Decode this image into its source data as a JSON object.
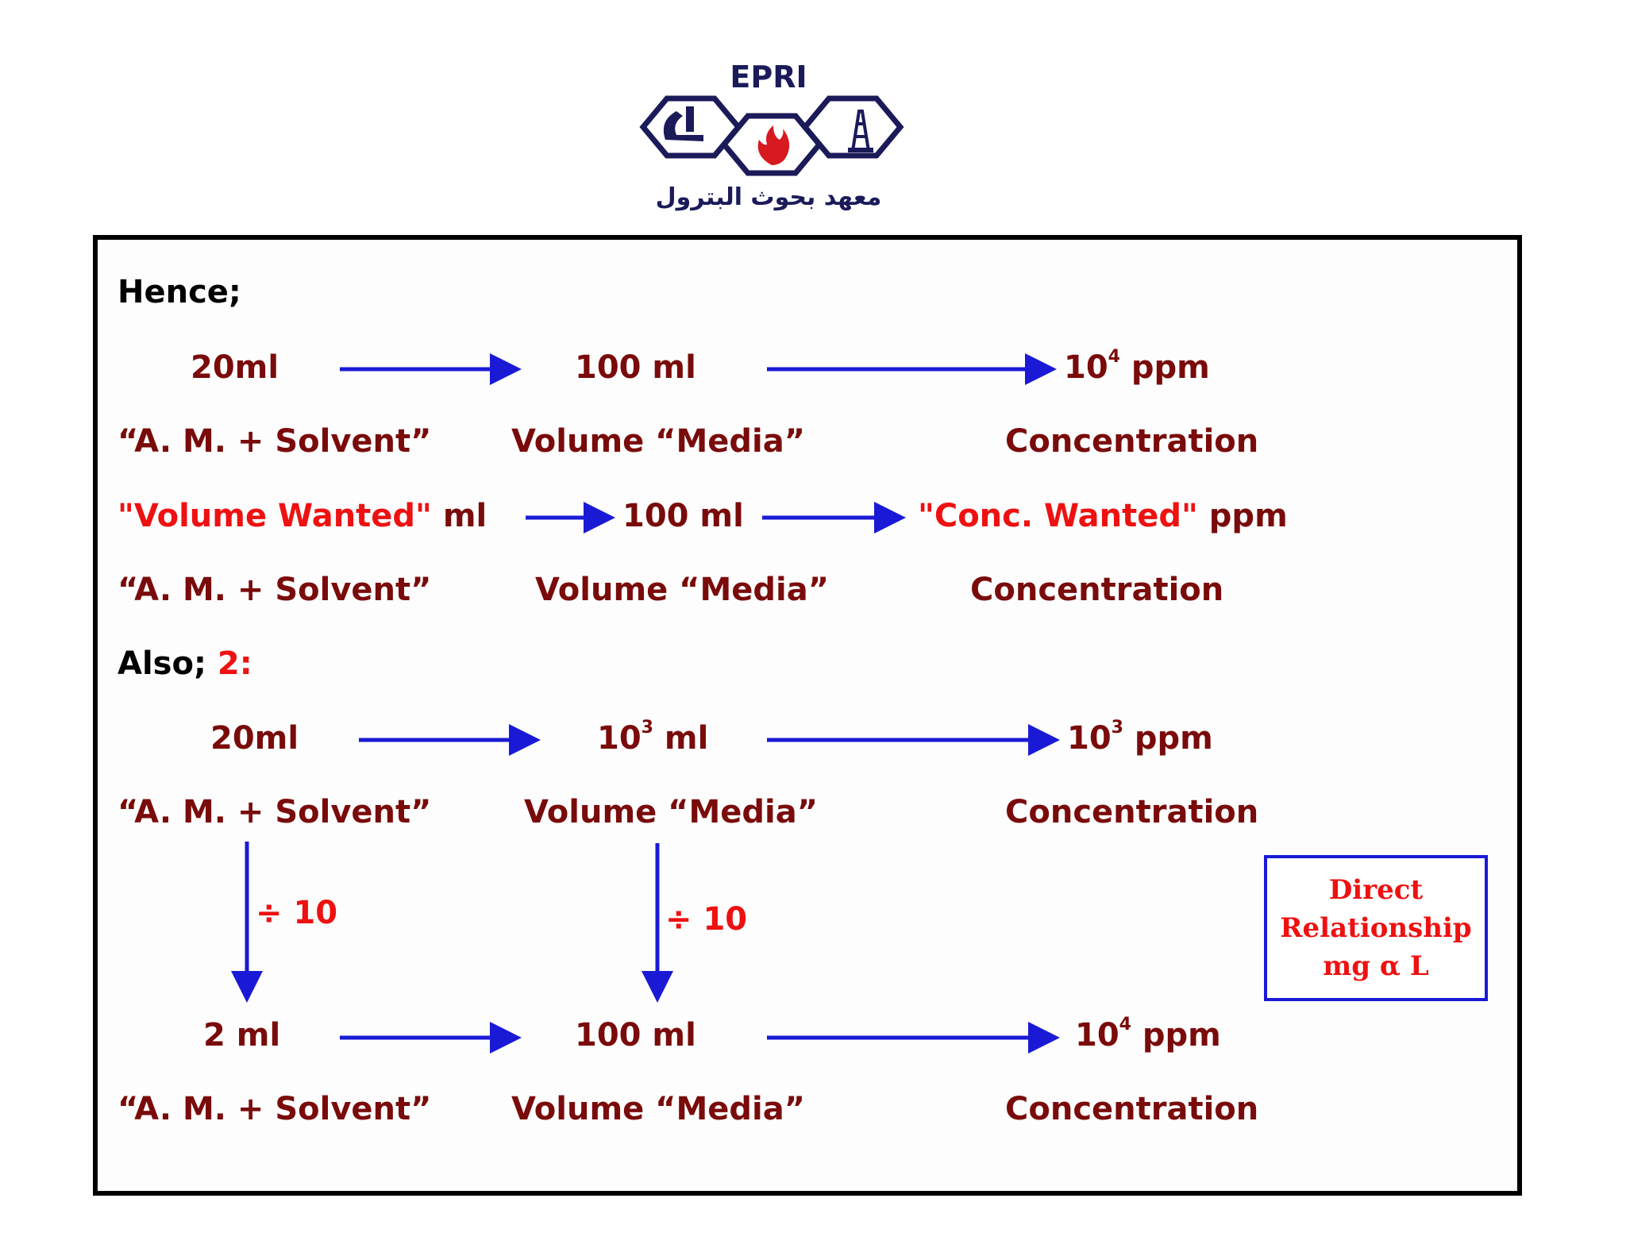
{
  "logo": {
    "text": "EPRI",
    "arabic": "معهد بحوث البترول",
    "colors": {
      "navy": "#1b1b5a",
      "flame": "#d71920"
    }
  },
  "header": {
    "hence": "Hence;",
    "also": "Also;",
    "also_num": "2:"
  },
  "row1": {
    "from": "20ml",
    "mid": "100 ml",
    "to_base": "10",
    "to_exp": "4",
    "to_unit": " ppm"
  },
  "labels": {
    "am_solvent": "“A. M. + Solvent”",
    "volume_media": "Volume “Media”",
    "concentration": "Concentration"
  },
  "row2": {
    "volume_wanted": "\"Volume Wanted\"",
    "ml": " ml",
    "mid": "100 ml",
    "conc_wanted": "\"Conc. Wanted\"",
    "ppm": " ppm"
  },
  "row3": {
    "from": "20ml",
    "mid_base": "10",
    "mid_exp": "3",
    "mid_unit": " ml",
    "to_base": "10",
    "to_exp": "3",
    "to_unit": " ppm"
  },
  "divisions": {
    "left": "÷ 10",
    "right": "÷ 10"
  },
  "row4": {
    "from": "2 ml",
    "mid": "100 ml",
    "to_base": "10",
    "to_exp": "4",
    "to_unit": " ppm"
  },
  "relationship": {
    "line1": "Direct",
    "line2": "Relationship",
    "line3": "mg α L"
  },
  "colors": {
    "maroon": "#7a0b0b",
    "red": "#ee1111",
    "arrow_blue": "#1a1ad6",
    "border": "#000000"
  }
}
